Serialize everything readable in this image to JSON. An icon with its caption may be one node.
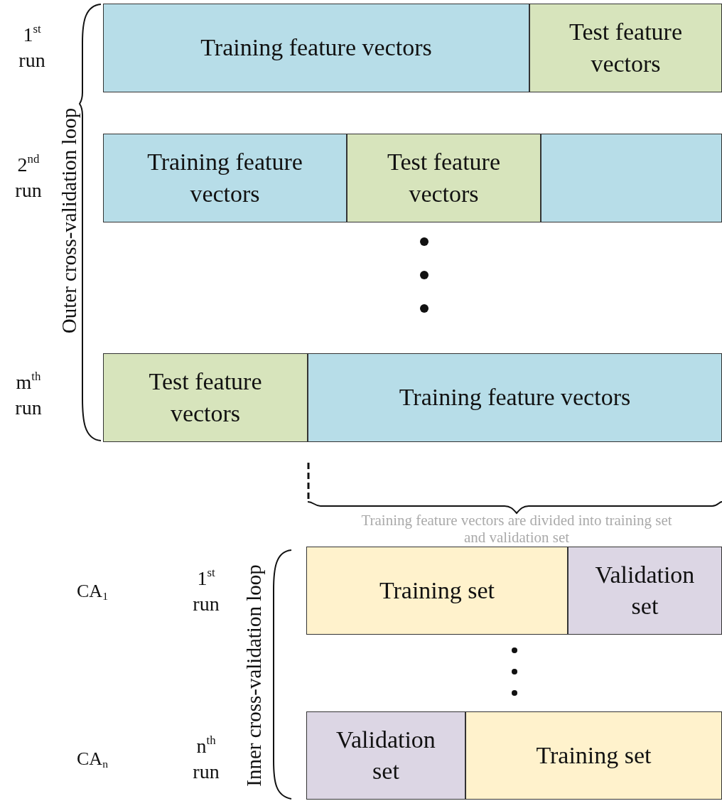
{
  "diagram": {
    "nodes": [
      {
        "text": [
          "Training feature vectors"
        ]
      },
      {
        "text": [
          "Test feature vectors"
        ]
      },
      {
        "text": [
          "Training feature vectors"
        ]
      },
      {
        "text": [
          "Test feature vectors"
        ]
      },
      {
        "text": [],
        "shape": "box"
      },
      {
        "text": [
          "Test feature vectors"
        ]
      },
      {
        "text": [
          "Training feature vectors"
        ]
      },
      {
        "text": [
          "Training set"
        ]
      },
      {
        "text": [
          "Validation set"
        ]
      },
      {
        "text": [
          "Validation set"
        ]
      },
      {
        "text": [
          "Training set"
        ]
      }
    ],
    "labels": [
      "1$^{st}$ run",
      "2$^{nd}$ run",
      "m$^{th}$ run",
      "Outer cross-validation loop",
      "Training feature vectors are divided into training set and validation set",
      "CA$_{1}$",
      "1$^{st}$ run",
      "Inner cross-validation loop",
      "CA$_{n}$",
      "n$^{th}$ run"
    ]
  }
}
